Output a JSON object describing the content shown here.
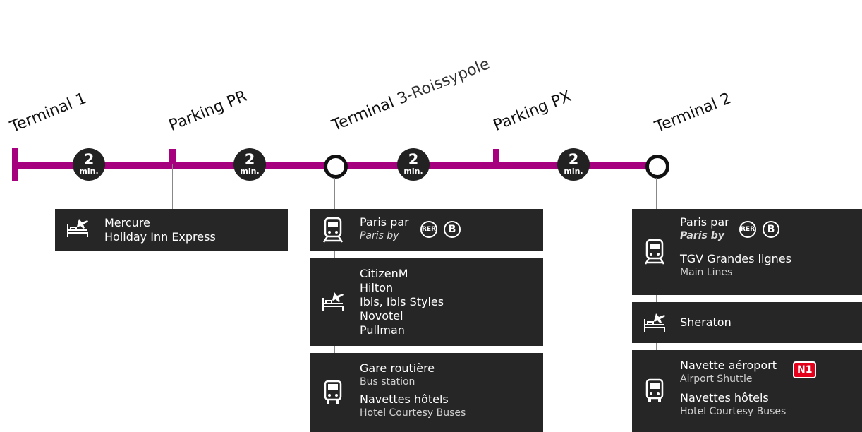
{
  "stops": [
    {
      "name": "Terminal 1"
    },
    {
      "name": "Parking PR"
    },
    {
      "name": "Terminal 3",
      "suffix": "-Roissypole"
    },
    {
      "name": "Parking PX"
    },
    {
      "name": "Terminal 2"
    }
  ],
  "durations": [
    {
      "value": "2",
      "unit": "min."
    },
    {
      "value": "2",
      "unit": "min."
    },
    {
      "value": "2",
      "unit": "min."
    },
    {
      "value": "2",
      "unit": "min."
    }
  ],
  "panels": {
    "pr_hotels": {
      "icon": "hotel-airport-icon",
      "lines": [
        "Mercure",
        "Holiday Inn Express"
      ]
    },
    "t3_train": {
      "icon": "train-icon",
      "line1": "Paris par",
      "line2": "Paris by",
      "badges": [
        "RER",
        "B"
      ]
    },
    "t3_hotels": {
      "icon": "hotel-airport-icon",
      "lines": [
        "CitizenM",
        "Hilton",
        "Ibis, Ibis Styles",
        "Novotel",
        "Pullman"
      ]
    },
    "t3_bus": {
      "icon": "bus-icon",
      "title1": "Gare routière",
      "sub1": "Bus station",
      "title2": "Navettes hôtels",
      "sub2": "Hotel Courtesy Buses"
    },
    "t2_train": {
      "icon": "train-icon",
      "line1": "Paris par",
      "line2": "Paris by",
      "badges": [
        "RER",
        "B"
      ],
      "title": "TGV Grandes lignes",
      "sub": "Main Lines"
    },
    "t2_hotel": {
      "icon": "hotel-airport-icon",
      "lines": [
        "Sheraton"
      ]
    },
    "t2_bus": {
      "icon": "bus-icon",
      "title1": "Navette aéroport",
      "sub1": "Airport Shuttle",
      "badge": "N1",
      "title2": "Navettes hôtels",
      "sub2": "Hotel Courtesy Buses"
    }
  },
  "colors": {
    "line": "#a6007e",
    "panel": "#262626",
    "badge_n1": "#e2001a"
  }
}
